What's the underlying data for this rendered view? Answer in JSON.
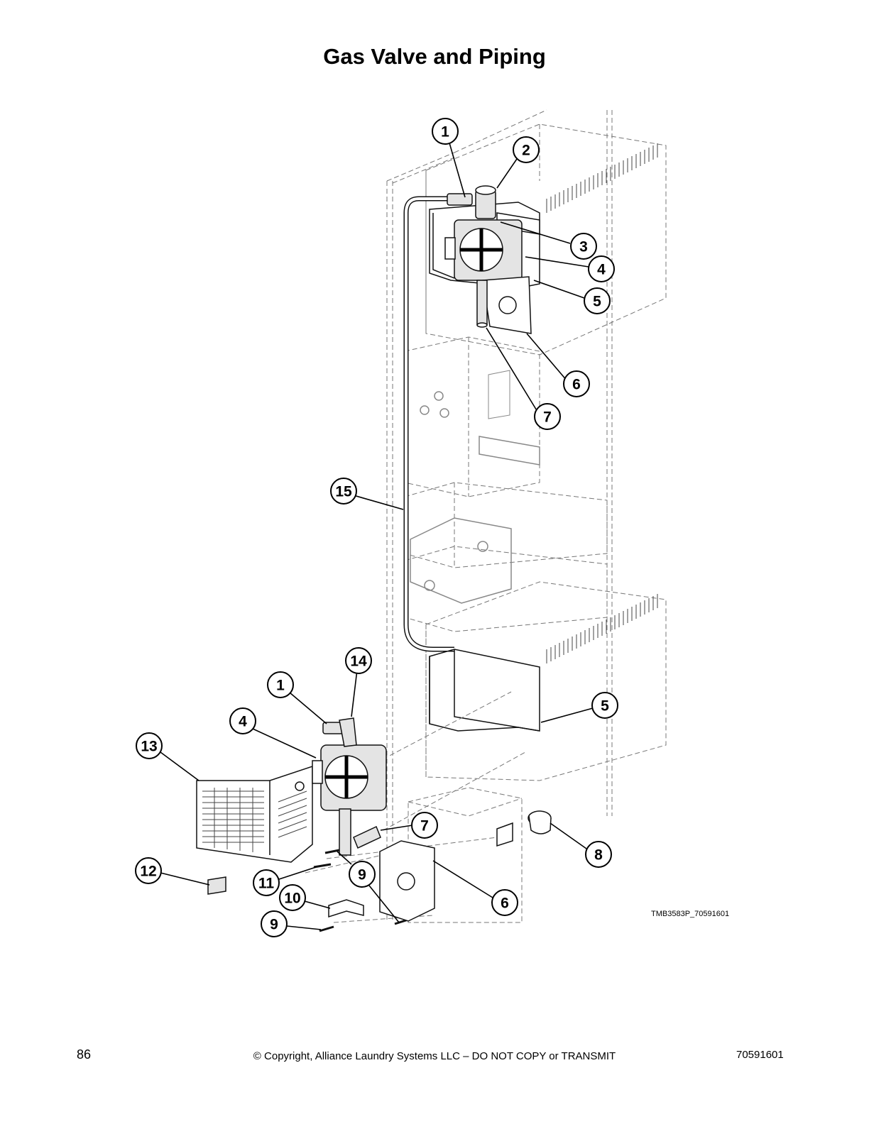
{
  "page": {
    "title": "Gas Valve and Piping",
    "figure_id": "TMB3583P_70591601",
    "page_number": "86",
    "copyright": "© Copyright, Alliance Laundry Systems LLC – DO NOT COPY or TRANSMIT",
    "document_number": "70591601"
  },
  "callouts": [
    "1",
    "2",
    "3",
    "4",
    "5",
    "6",
    "7",
    "15",
    "14",
    "1",
    "5",
    "4",
    "13",
    "7",
    "8",
    "12",
    "11",
    "9",
    "10",
    "6",
    "9"
  ]
}
